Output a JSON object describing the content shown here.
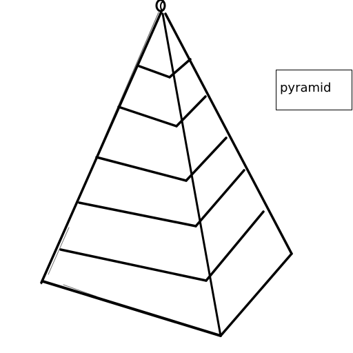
{
  "label": {
    "text": "pyramid"
  },
  "drawing": {
    "subject": "pyramid",
    "style": "hand-drawn black ink sketch",
    "stroke_color": "#000000",
    "background_color": "#ffffff"
  }
}
